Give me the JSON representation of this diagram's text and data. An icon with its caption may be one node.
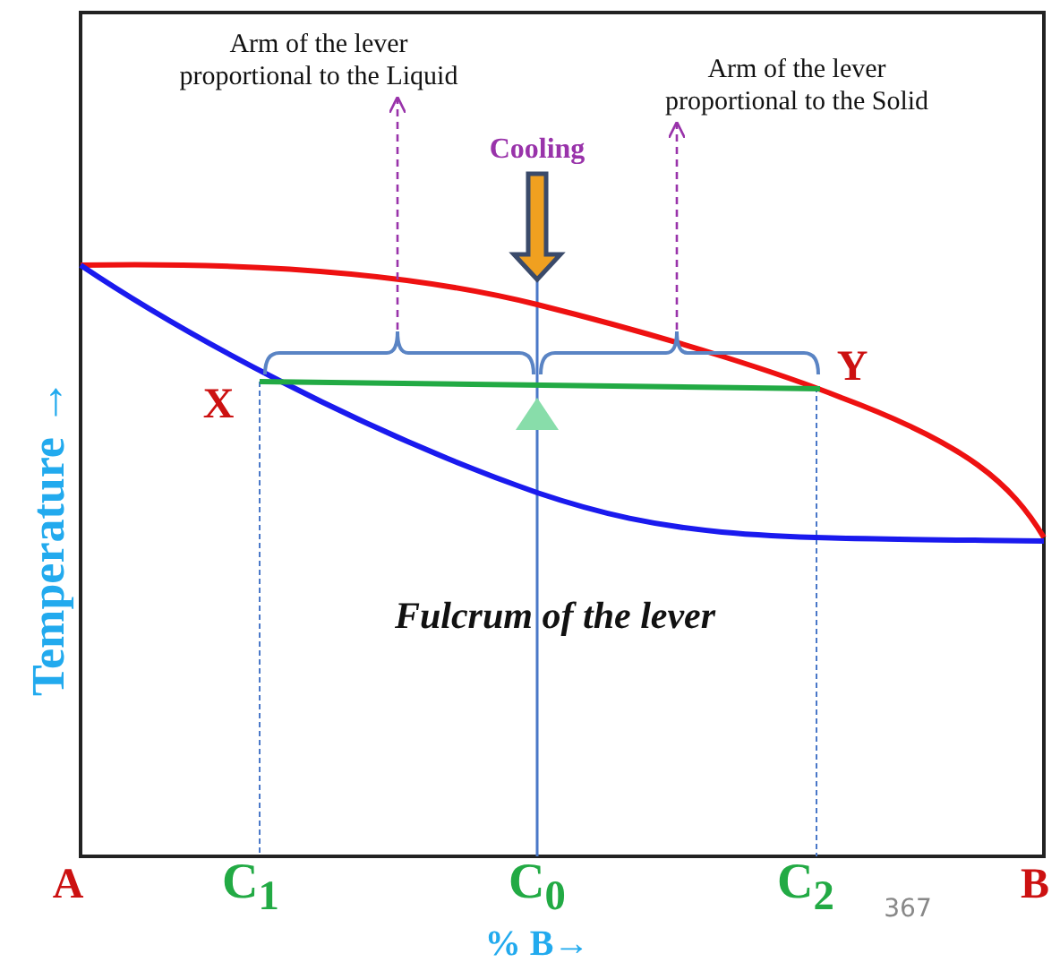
{
  "diagram": {
    "nodes": [
      {
        "text": [
          "Arm of the lever proportional to the Liquid"
        ]
      },
      {
        "text": [
          "Arm of the lever proportional to the Solid"
        ]
      },
      {
        "text": [],
        "shape": "bracket"
      },
      {
        "text": [],
        "shape": "bracket"
      }
    ],
    "edges": [
      {
        "from": 2,
        "to": 0,
        "arrow": "to",
        "style": "dashed"
      },
      {
        "from": 3,
        "to": 1,
        "arrow": "to",
        "style": "dashed"
      }
    ],
    "labels": [
      "Cooling",
      "Y",
      "X",
      "Temperature →",
      "Fulcrum of the lever",
      "A",
      "C$_{1}$",
      "C$_{0}$",
      "C$_{2}$",
      "367",
      "B",
      "% B→"
    ]
  }
}
